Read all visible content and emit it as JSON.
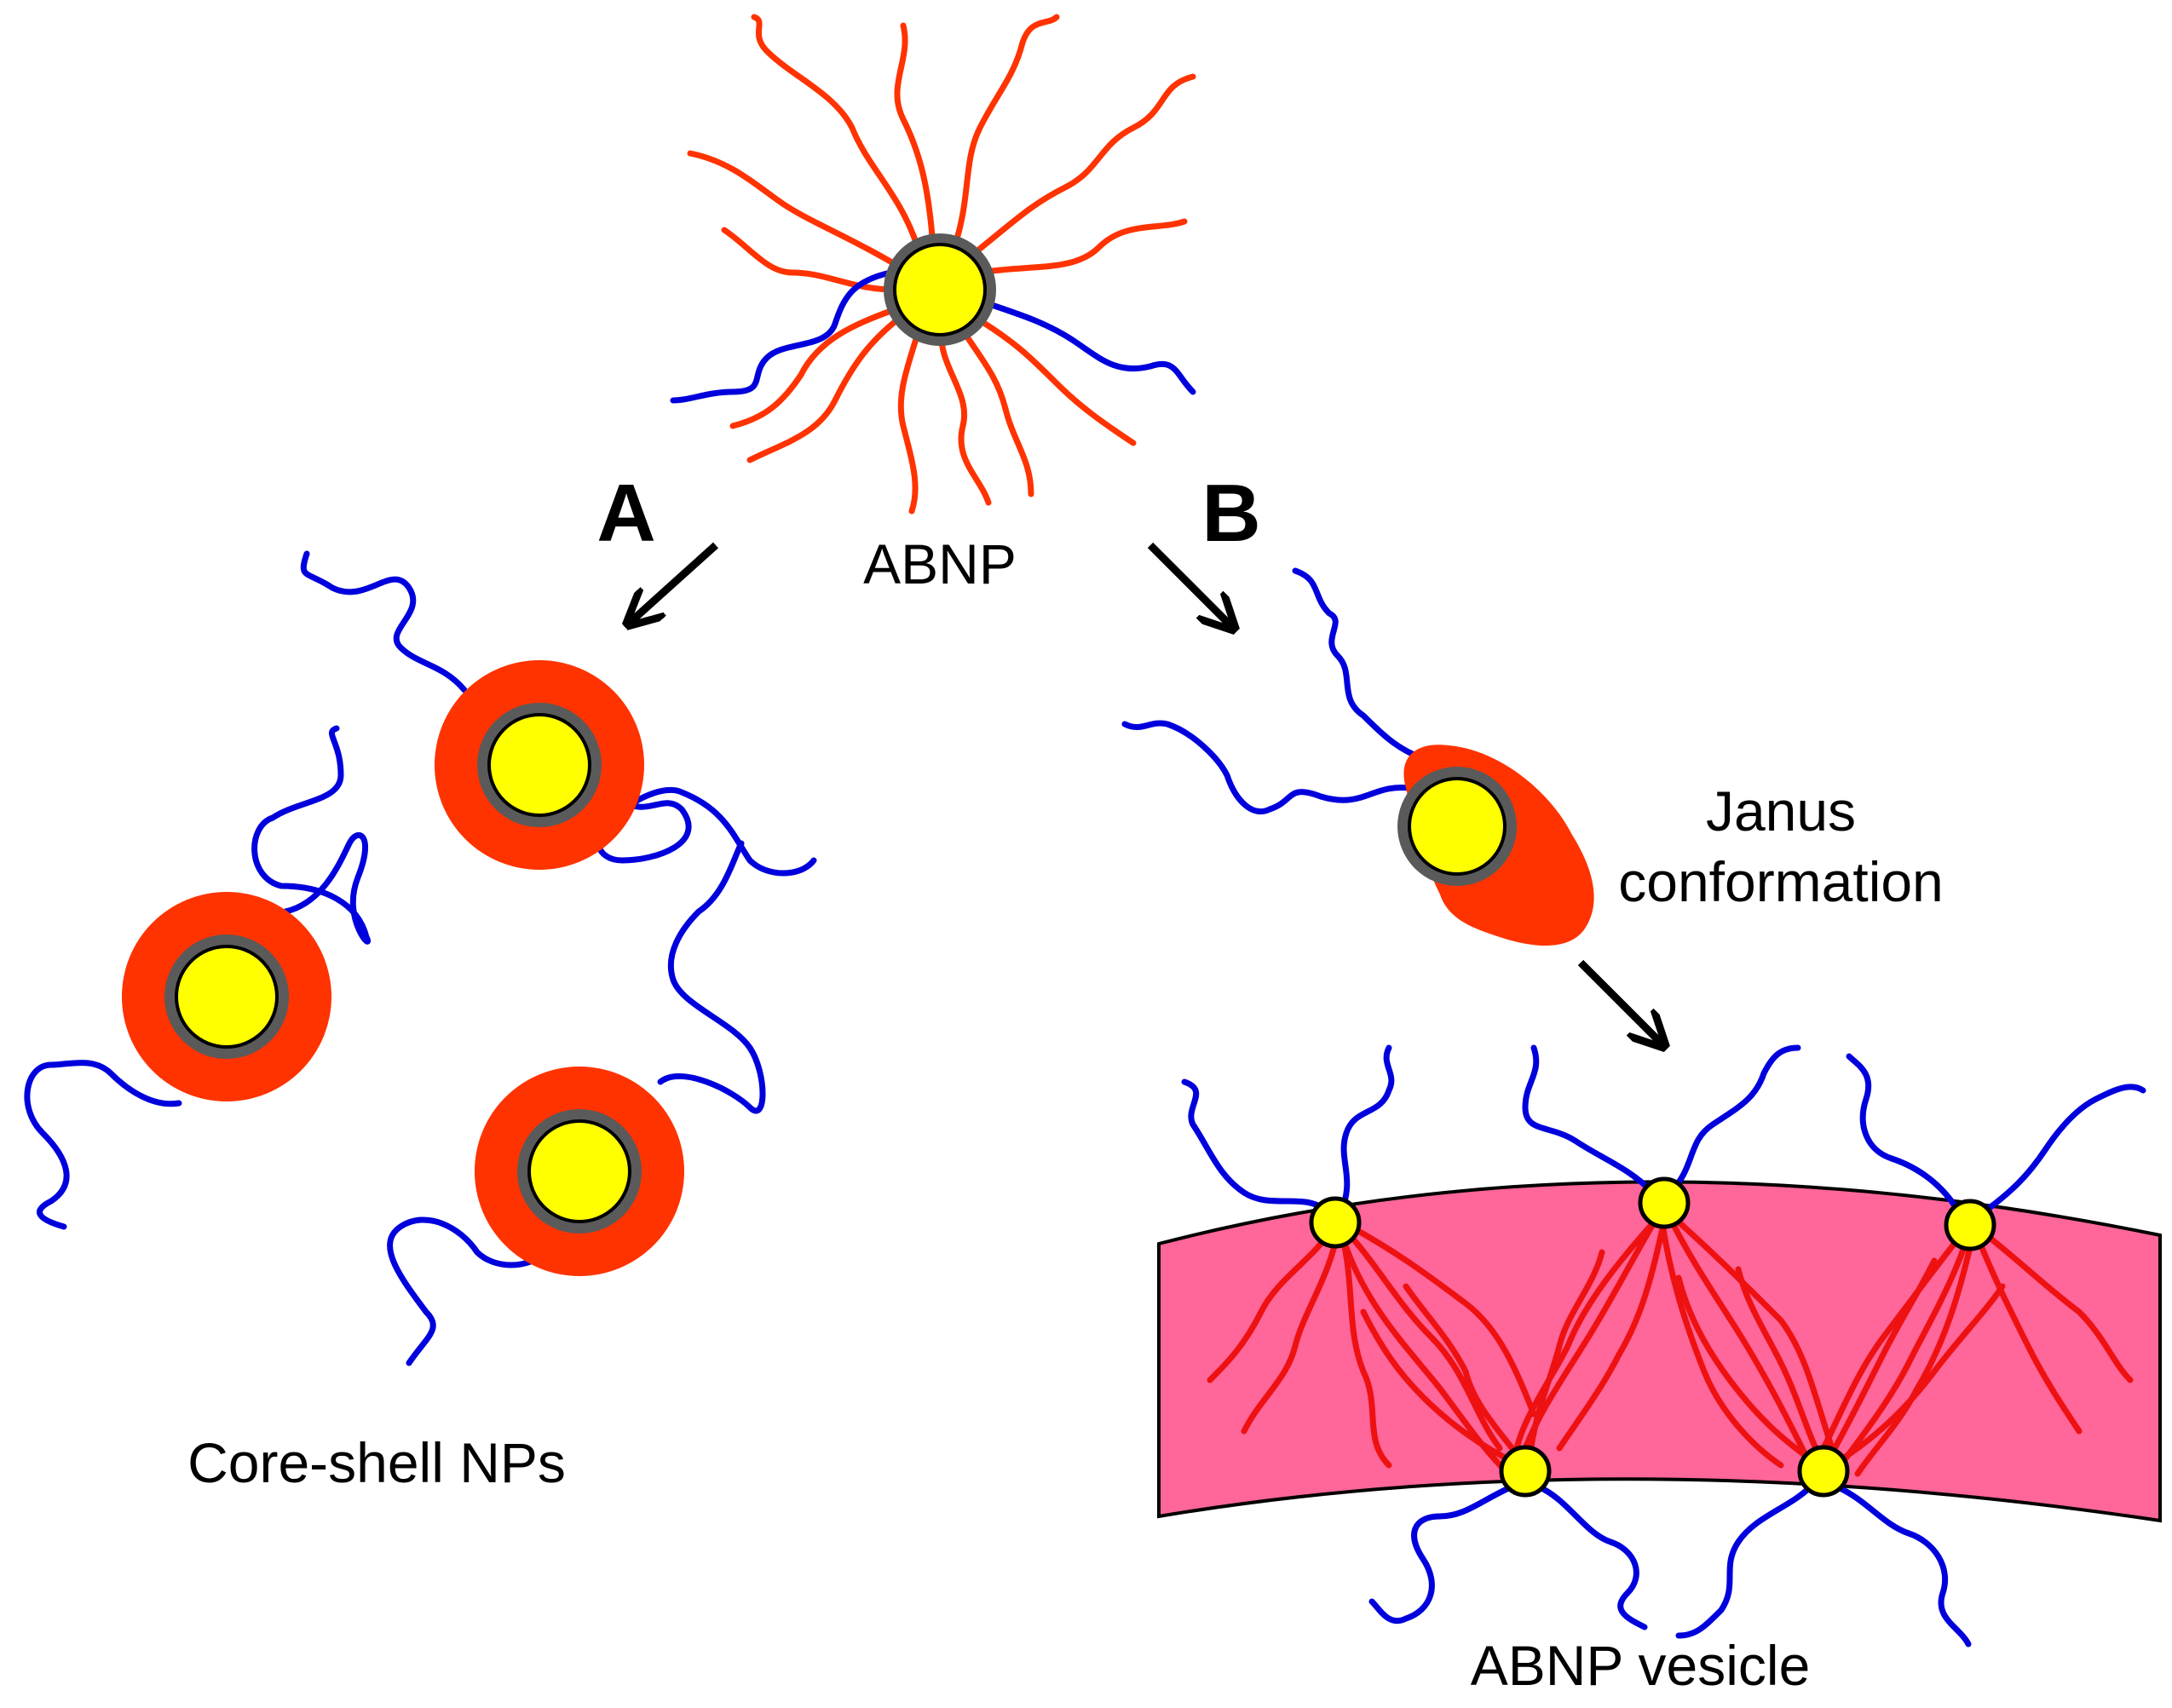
{
  "labels": {
    "abnp": "ABNP",
    "path_a": "A",
    "path_b": "B",
    "janus_line1": "Janus",
    "janus_line2": "conformation",
    "core_shell": "Core-shell NPs",
    "vesicle": "ABNP vesicle"
  },
  "colors": {
    "core": "#ffff00",
    "shell": "#5a5a5a",
    "hydrophobic_block": "#ff3300",
    "hydrophilic_block": "#0000dd",
    "vesicle_chains": "#ee1111",
    "membrane": "#ff6699",
    "outline": "#000000"
  }
}
